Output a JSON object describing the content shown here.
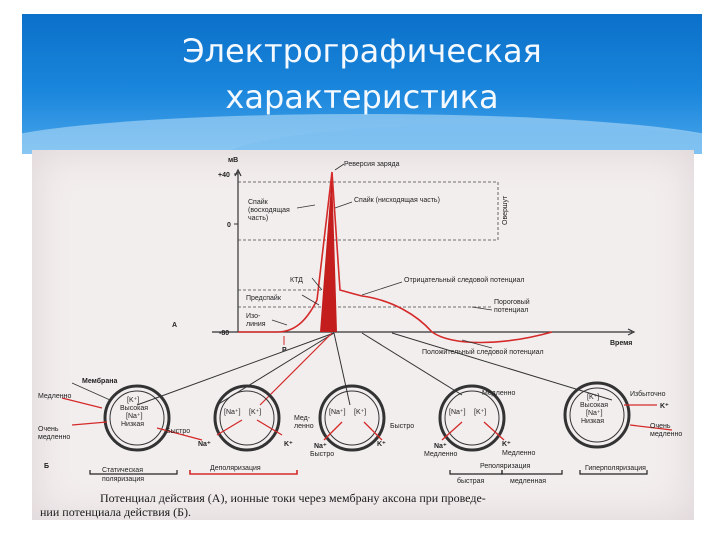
{
  "slide": {
    "title_line1": "Электрографическая",
    "title_line2": "характеристика"
  },
  "diagram": {
    "axis_unit": "мВ",
    "tick_plus40": "+40",
    "tick_0": "0",
    "tick_minus80": "-80",
    "peak_label": "Реверсия заряда",
    "spike_up_line1": "Спайк",
    "spike_up_line2": "(восходящая",
    "spike_up_line3": "часть)",
    "spike_down": "Спайк (нисходящая часть)",
    "overshoot": "Овершут",
    "ktd": "КТД",
    "prespike": "Предспайк",
    "isoline_line1": "Изо-",
    "isoline_line2": "линия",
    "neg_trace": "Отрицательный следовой потенциал",
    "threshold_line1": "Пороговый",
    "threshold_line2": "потенциал",
    "time_label": "Время",
    "pos_trace": "Положительный следовой потенциал",
    "label_a": "А",
    "label_p": "Р",
    "label_b": "Б",
    "membrane": "Мембрана",
    "cell1": {
      "slowly": "Медленно",
      "k_top": "[K⁺]",
      "high": "Высокая",
      "na": "[Na⁺]",
      "low": "Низкая",
      "very_line1": "Очень",
      "very_line2": "медленно",
      "fast": "Быстро",
      "na_ion": "Na⁺"
    },
    "cell2": {
      "na": "[Na⁺]",
      "k": "[K⁺]",
      "slow_line1": "Мед-",
      "slow_line2": "ленно",
      "k_ion": "K⁺"
    },
    "cell3": {
      "na": "[Na⁺]",
      "k": "[K⁺]",
      "fast": "Быстро",
      "na_ion": "Na⁺",
      "na_fast": "Быстро",
      "k_ion": "K⁺"
    },
    "cell4": {
      "na": "[Na⁺]",
      "k": "[K⁺]",
      "slowly": "Медленно",
      "na_ion": "Na⁺",
      "na_slow": "Медленно",
      "k_ion": "K⁺",
      "k_slow": "Медленно"
    },
    "cell5": {
      "excess": "Избыточно",
      "k_out": "K⁺",
      "k_top": "[K⁺]",
      "high": "Высокая",
      "na": "[Na⁺]",
      "low": "Низкая",
      "very_line1": "Очень",
      "very_line2": "медленно"
    },
    "phases": {
      "static_line1": "Статическая",
      "static_line2": "поляризация",
      "depol": "Деполяризация",
      "repol_line1": "Реполяризация",
      "repol_fast": "быстрая",
      "repol_slow": "медленная",
      "hyper": "Гиперполяризация"
    },
    "caption_line1": "Потенциал действия (А), ионные токи через мембрану аксона при проведе-",
    "caption_line2": "нии потенциала действия (Б)."
  },
  "colors": {
    "red": "#d42a2a",
    "spike_fill": "#c41d1d",
    "ink": "#222222",
    "header_blue": "#1a86dc"
  }
}
